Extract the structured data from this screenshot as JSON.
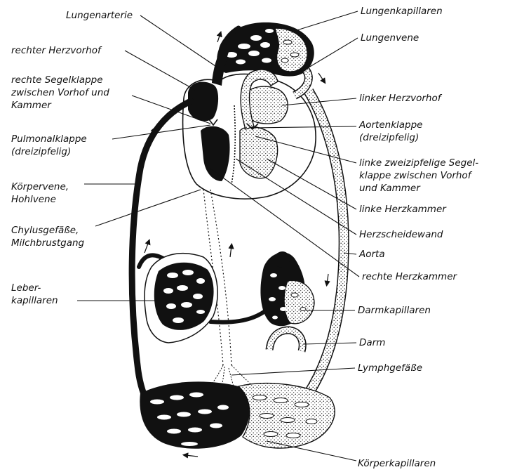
{
  "labels": {
    "lungenarterie": "Lungenarterie",
    "lungenkapillaren": "Lungenkapillaren",
    "lungenvene": "Lungenvene",
    "rechter_herzvorhof": "rechter Herzvorhof",
    "rechte_segelklappe_1": "rechte Segelklappe",
    "rechte_segelklappe_2": "zwischen Vorhof und",
    "rechte_segelklappe_3": "Kammer",
    "linker_herzvorhof": "linker Herzvorhof",
    "aortenklappe_1": "Aortenklappe",
    "aortenklappe_2": "(dreizipfelig)",
    "pulmonalklappe_1": "Pulmonalklappe",
    "pulmonalklappe_2": "(dreizipfelig)",
    "linke_segelklappe_1": "linke zweizipfelige Segel-",
    "linke_segelklappe_2": "klappe zwischen Vorhof",
    "linke_segelklappe_3": "und Kammer",
    "koerpervene_1": "Körpervene,",
    "koerpervene_2": "Hohlvene",
    "linke_herzkammer": "linke Herzkammer",
    "herzscheidewand": "Herzscheidewand",
    "chylus_1": "Chylusgefäße,",
    "chylus_2": "Milchbrustgang",
    "aorta": "Aorta",
    "rechte_herzkammer": "rechte Herzkammer",
    "leber_1": "Leber-",
    "leber_2": "kapillaren",
    "darmkapillaren": "Darmkapillaren",
    "darm": "Darm",
    "lymphgefaesse": "Lymphgefäße",
    "koerperkapillaren": "Körperkapillaren"
  }
}
